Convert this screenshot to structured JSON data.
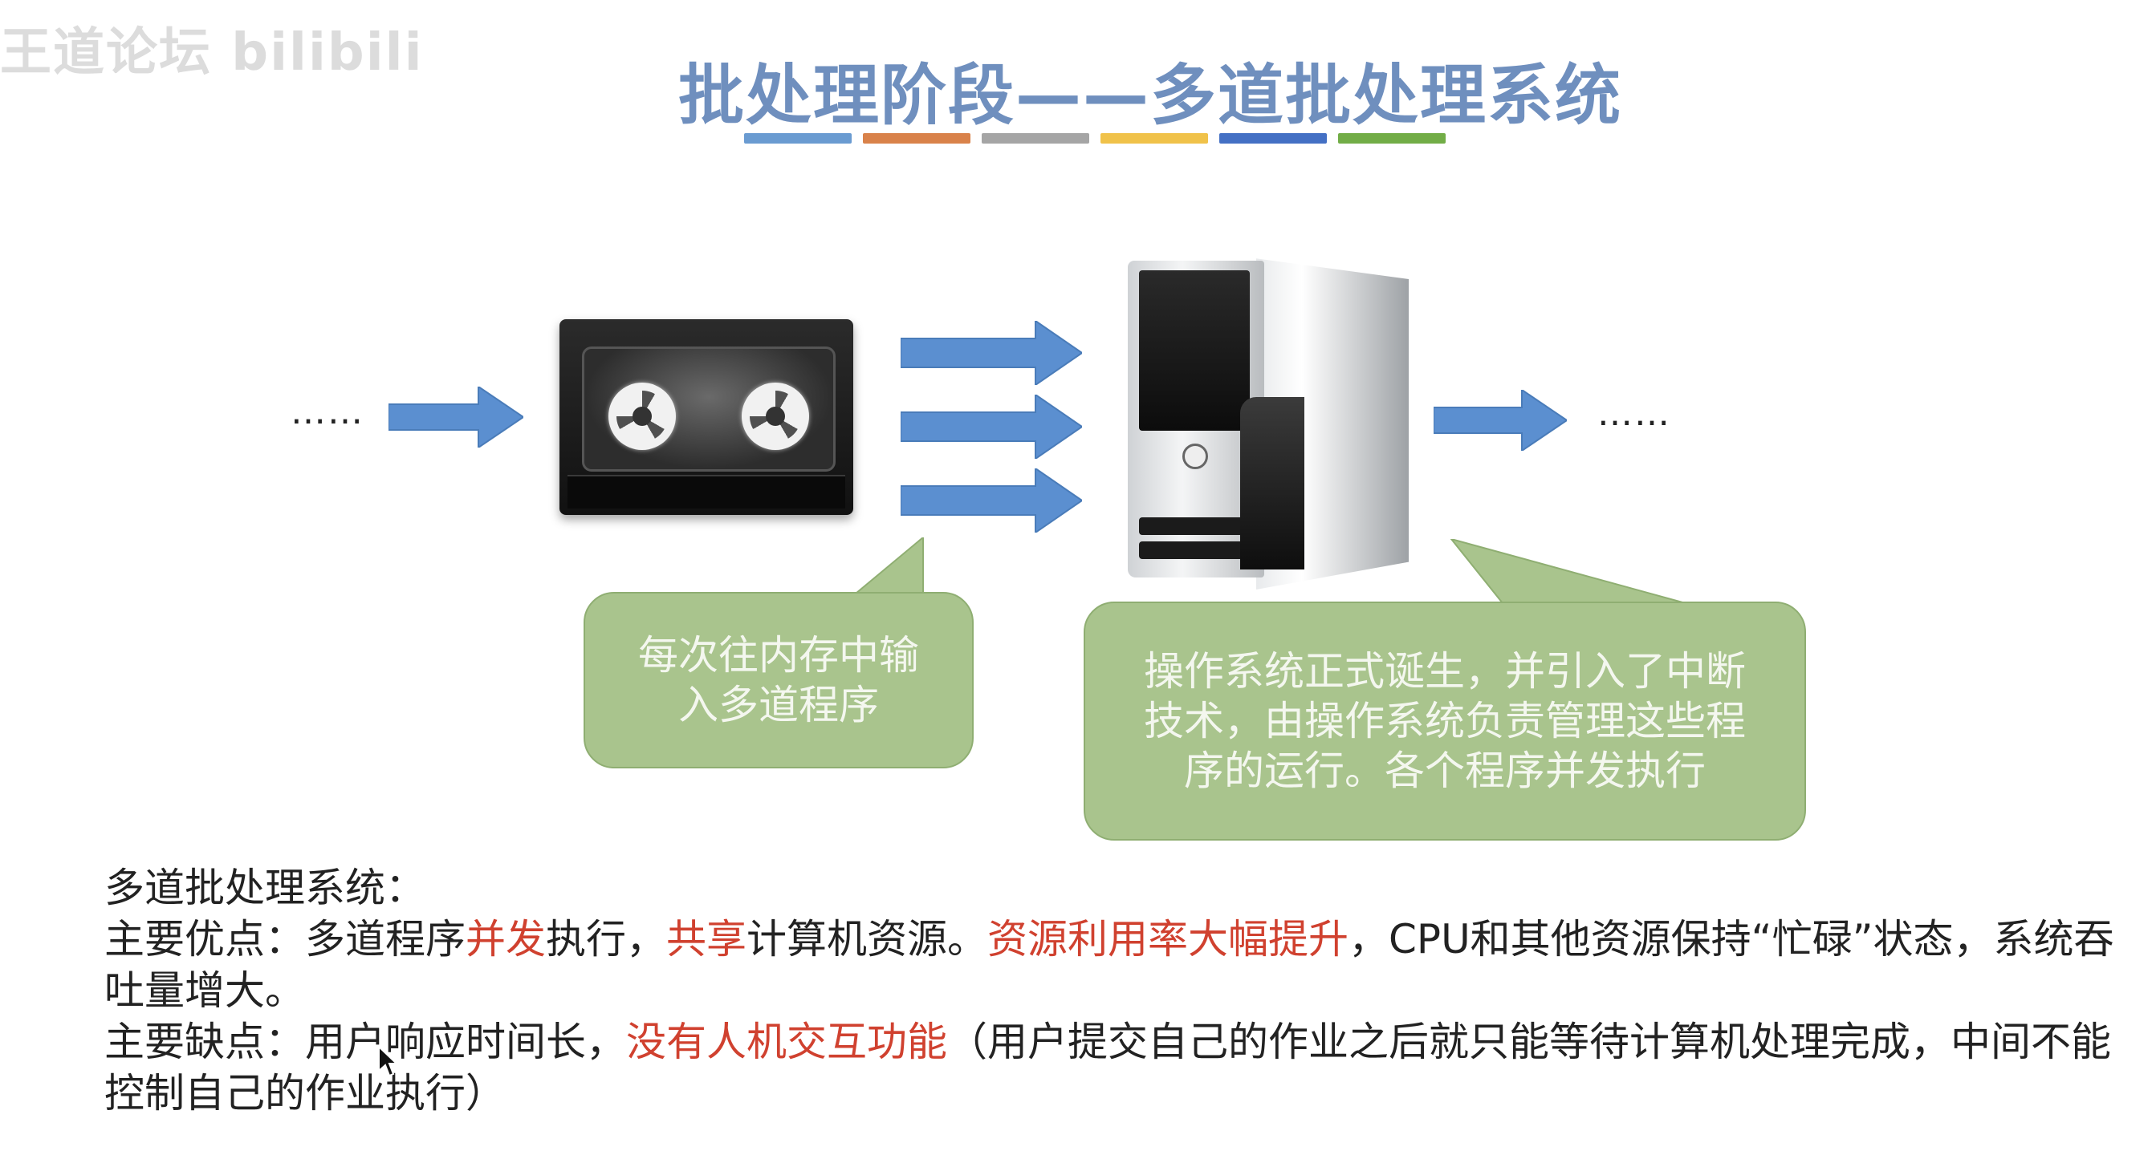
{
  "watermark": "王道论坛 bilibili",
  "title": "批处理阶段——多道批处理系统",
  "title_bar_colors": [
    "#6a9bd1",
    "#d9824a",
    "#a5a5a5",
    "#f0c24a",
    "#4470c4",
    "#72ad47"
  ],
  "left_dots": "……",
  "right_dots": "……",
  "icons": {
    "tape": "tape-drive-icon",
    "computer": "pc-tower-icon",
    "arrow": "right-arrow-icon"
  },
  "colors": {
    "arrow": "#5b8fd0",
    "bubble": "#a9c48d",
    "highlight": "#d0412f",
    "title": "#6f8fbe"
  },
  "bubble_left": {
    "line1": "每次往内存中输",
    "line2": "入多道程序"
  },
  "bubble_right": {
    "line1": "操作系统正式诞生，并引入了中断",
    "line2": "技术，由操作系统负责管理这些程",
    "line3": "序的运行。各个程序并发执行"
  },
  "text": {
    "heading": "多道批处理系统：",
    "pros_label": "主要优点：多道程序",
    "pros_hl1": "并发",
    "pros_mid1": "执行，",
    "pros_hl2": "共享",
    "pros_mid2": "计算机资源。",
    "pros_hl3": "资源利用率大幅提升",
    "pros_end": "，CPU和其他资源保持“忙碌”状态，系统吞吐量增大。",
    "cons_label": "主要缺点：用户响应时间长，",
    "cons_hl": "没有人机交互功能",
    "cons_end": "（用户提交自己的作业之后就只能等待计算机处理完成，中间不能控制自己的作业执行）"
  }
}
